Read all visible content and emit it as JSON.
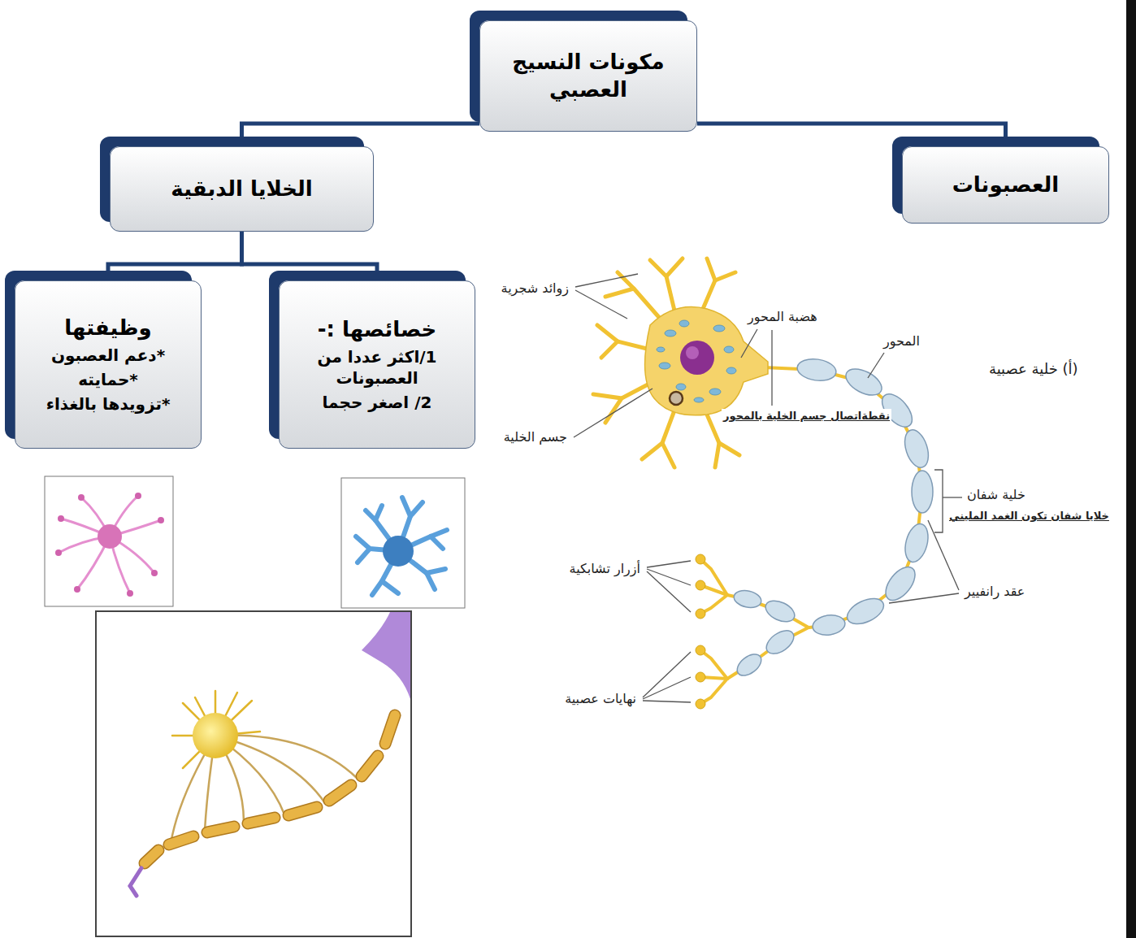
{
  "diagram": {
    "nodes": [
      {
        "text": [
          "مكونات النسيج العصبي"
        ]
      },
      {
        "text": [
          "العصبونات"
        ]
      },
      {
        "text": [
          "الخلايا الدبقية"
        ]
      },
      {
        "text": [
          "خصائصها :-",
          "1/اكثر عددا من العصبونات",
          "2/ اصغر حجما"
        ]
      },
      {
        "text": [
          "وظيفتها",
          "*دعم العصبون",
          "*حمايته",
          "*تزويدها بالغذاء"
        ]
      }
    ],
    "edges": [
      {
        "from": 0,
        "to": 1,
        "arrow": "none"
      },
      {
        "from": 0,
        "to": 2,
        "arrow": "none"
      },
      {
        "from": 2,
        "to": 3,
        "arrow": "none"
      },
      {
        "from": 2,
        "to": 4,
        "arrow": "none"
      }
    ],
    "labels": [
      "زوائد شجرية",
      "هضبة المحور",
      "المحور",
      "(أ) خلية عصبية",
      "نقطةاتصال جسم الخلية بالمحور",
      "جسم الخلية",
      "خلية شفان",
      "خلايا شفان تكون الغمد المليني",
      "أزرار تشابكية",
      "عقد رانفيير",
      "نهايات عصبية"
    ]
  }
}
